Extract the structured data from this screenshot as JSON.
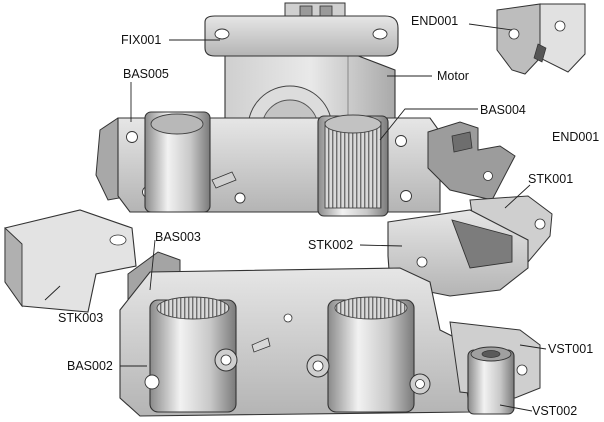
{
  "labels": {
    "fix001": "FIX001",
    "end001_top": "END001",
    "motor": "Motor",
    "bas005": "BAS005",
    "bas004": "BAS004",
    "end001_right": "END001",
    "stk001": "STK001",
    "bas003": "BAS003",
    "stk002": "STK002",
    "stk003": "STK003",
    "bas002": "BAS002",
    "vst001": "VST001",
    "vst002": "VST002"
  }
}
